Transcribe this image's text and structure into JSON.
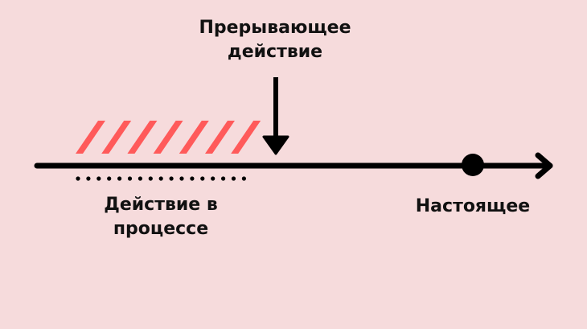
{
  "labels": {
    "interrupting_line1": "Прерывающее",
    "interrupting_line2": "действие",
    "in_progress_line1": "Действие в",
    "in_progress_line2": "процессе",
    "present": "Настоящее"
  },
  "colors": {
    "background": "#f6dbdc",
    "hatch": "#ff5a5a",
    "ink": "#000000"
  }
}
